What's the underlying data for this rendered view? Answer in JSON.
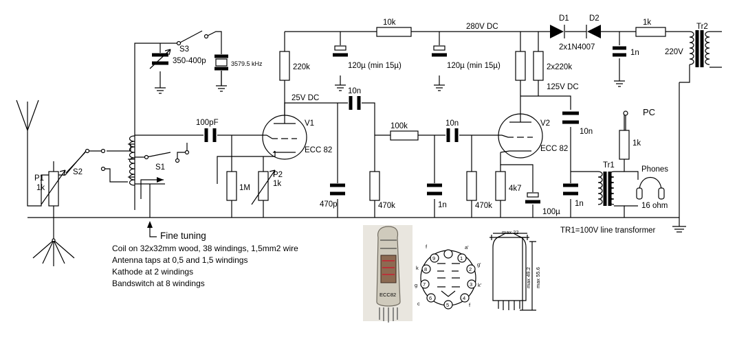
{
  "labels": {
    "r_10k_top": "10k",
    "v_280": "280V DC",
    "d1": "D1",
    "d2": "D2",
    "diode_type": "2x1N4007",
    "r_1k_top": "1k",
    "tr2": "Tr2",
    "v_220": "220V",
    "c_1n_top": "1n",
    "s3": "S3",
    "c_350": "350-400p",
    "xtal": "3579.5 kHz",
    "r_220k": "220k",
    "c_120a": "120µ (min 15µ)",
    "c_120b": "120µ (min 15µ)",
    "r_2x220k": "2x220k",
    "v_125": "125V DC",
    "v_25": "25V DC",
    "c_10n_a": "10n",
    "c_100pf": "100pF",
    "v1": "V1",
    "v1_type": "ECC 82",
    "r_100k": "100k",
    "c_10n_b": "10n",
    "v2": "V2",
    "v2_type": "ECC 82",
    "c_10n_c": "10n",
    "pc": "PC",
    "r_1k_pc": "1k",
    "tr1": "Tr1",
    "phones": "Phones",
    "ohm": "16 ohm",
    "p1": "P1",
    "p1_val": "1k",
    "s2": "S2",
    "s1": "S1",
    "p2": "P2",
    "p2_val": "1k",
    "r_1m": "1M",
    "c_470p": "470p",
    "r_470k_a": "470k",
    "c_1n_mid": "1n",
    "r_470k_b": "470k",
    "r_4k7": "4k7",
    "c_100u": "100µ",
    "c_1n_out": "1n",
    "tr1_note": "TR1=100V line transformer"
  },
  "notes": {
    "fine_tuning": "Fine tuning",
    "coil": "Coil on 32x32mm wood, 38 windings, 1,5mm2 wire",
    "antenna": "Antenna taps at 0,5 and 1,5 windings",
    "kathode": "Kathode at 2 windings",
    "bandswitch": "Bandswitch at 8 windings"
  },
  "tube": {
    "print": "ECC82",
    "pins": [
      "f",
      "a'",
      "g'",
      "k'",
      "f",
      "c",
      "g",
      "k"
    ],
    "pin_nums": [
      "9",
      "1",
      "2",
      "3",
      "4",
      "5",
      "6",
      "7",
      "8"
    ],
    "max22": "max 22",
    "max49": "max 49.2",
    "max55": "max 55.6"
  }
}
